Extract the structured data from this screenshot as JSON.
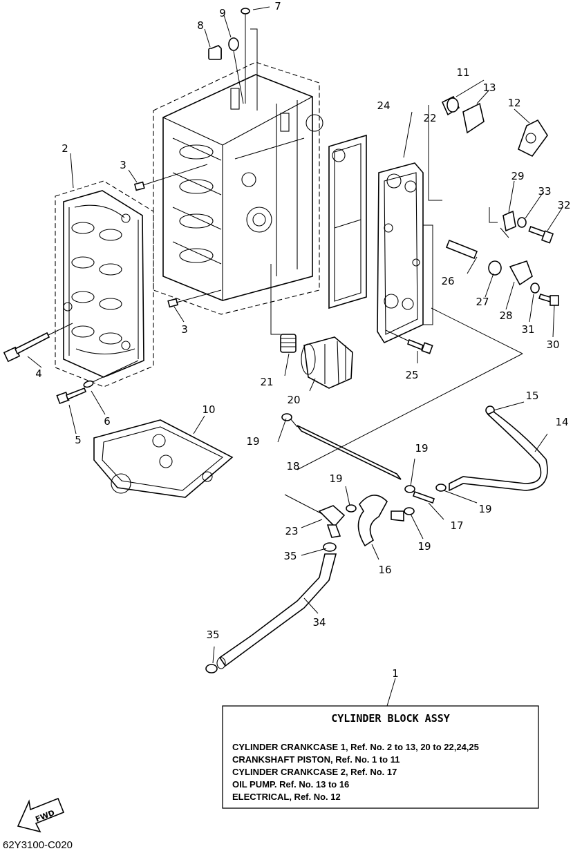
{
  "diagram_code": "62Y3100-C020",
  "fwd_label": "FWD",
  "assembly_box": {
    "title": "CYLINDER  BLOCK  ASSY",
    "lines": [
      "CYLINDER CRANKCASE 1, Ref. No. 2 to 13, 20 to 22,24,25",
      "CRANKSHAFT PISTON,      Ref. No. 1 to 11",
      "CYLINDER CRANKCASE 2, Ref. No. 17",
      "OIL PUMP.       Ref. No. 13 to 16",
      "ELECTRICAL, Ref. No. 12"
    ]
  },
  "callouts": {
    "c1": "1",
    "c2": "2",
    "c3a": "3",
    "c3b": "3",
    "c4": "4",
    "c5": "5",
    "c6": "6",
    "c7": "7",
    "c8": "8",
    "c9": "9",
    "c10": "10",
    "c11": "11",
    "c12": "12",
    "c13": "13",
    "c14": "14",
    "c15": "15",
    "c16": "16",
    "c17": "17",
    "c18": "18",
    "c19a": "19",
    "c19b": "19",
    "c19c": "19",
    "c19d": "19",
    "c19e": "19",
    "c20": "20",
    "c21": "21",
    "c22": "22",
    "c23": "23",
    "c24": "24",
    "c25": "25",
    "c26": "26",
    "c27": "27",
    "c28": "28",
    "c29": "29",
    "c30": "30",
    "c31": "31",
    "c32": "32",
    "c33": "33",
    "c34": "34",
    "c35a": "35",
    "c35b": "35"
  }
}
